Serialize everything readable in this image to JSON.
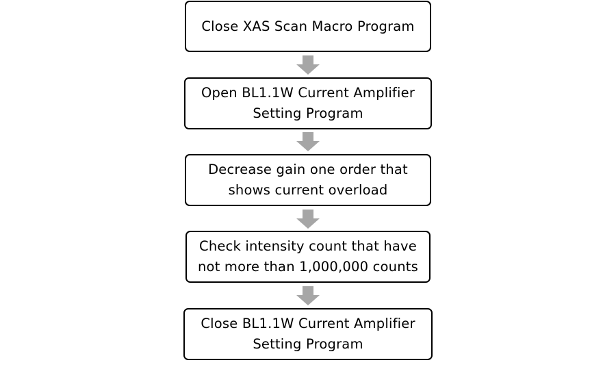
{
  "flowchart": {
    "arrow_color": "#A6A6A6",
    "steps": [
      {
        "label": "Close XAS Scan Macro Program"
      },
      {
        "label": "Open BL1.1W Current Amplifier\nSetting Program"
      },
      {
        "label": "Decrease gain one order that\nshows current overload"
      },
      {
        "label": "Check intensity count that have\nnot more than 1,000,000 counts"
      },
      {
        "label": "Close BL1.1W Current Amplifier\nSetting Program"
      }
    ]
  }
}
